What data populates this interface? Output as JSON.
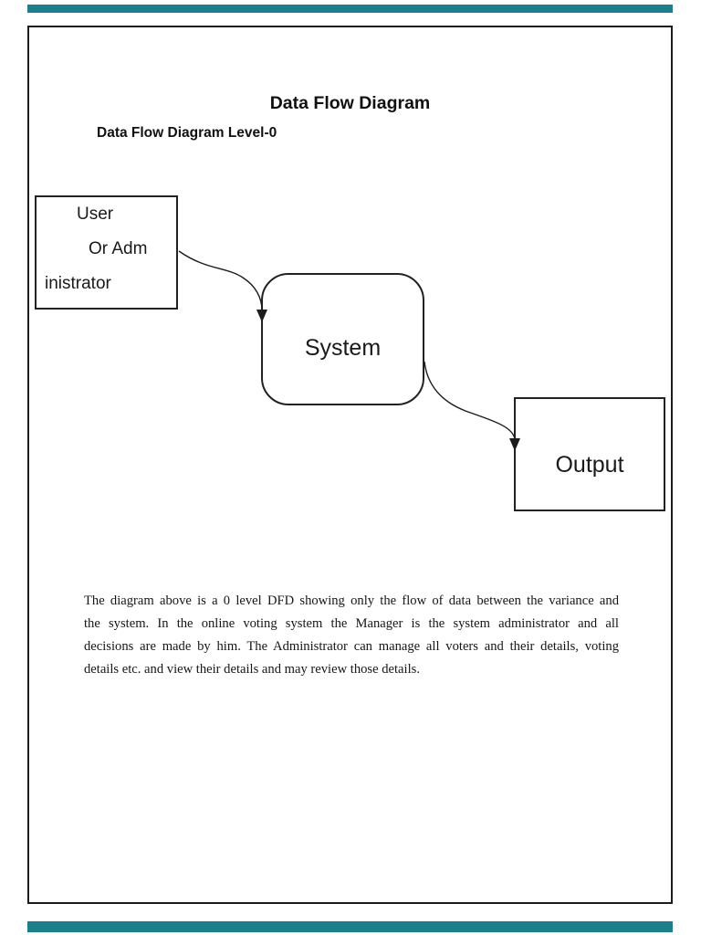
{
  "page": {
    "title": "Data Flow Diagram",
    "subtitle": "Data Flow Diagram Level-0",
    "background": "#ffffff",
    "border_color": "#1c1c1c",
    "gap_bar_color": "#1d7e8c"
  },
  "diagram": {
    "nodes": [
      {
        "id": "user_admin",
        "type": "external-entity",
        "label": "User Or Administrator",
        "display_lines": [
          "User",
          "Or Adm",
          "inistrator"
        ]
      },
      {
        "id": "system",
        "type": "process",
        "label": "System"
      },
      {
        "id": "output",
        "type": "sink",
        "label": "Output"
      }
    ],
    "flows": [
      {
        "from": "user_admin",
        "to": "system"
      },
      {
        "from": "system",
        "to": "output"
      }
    ]
  },
  "paragraph": {
    "text": "The diagram above is a 0 level DFD showing only the flow of data between the variance and the system. In the online voting system the Manager is the system administrator and all decisions are made by him. The Administrator can manage all voters and their details, voting details etc. and view their details and may review those details.",
    "lines": [
      "The diagram above is a 0 level DFD showing only the flow of data between the variance and",
      "the system. In the online voting system the Manager is the system administrator and all",
      "decisions are made by him. The Administrator can manage all voters and their details, voting",
      "details etc. and view their details and may review those details."
    ]
  }
}
